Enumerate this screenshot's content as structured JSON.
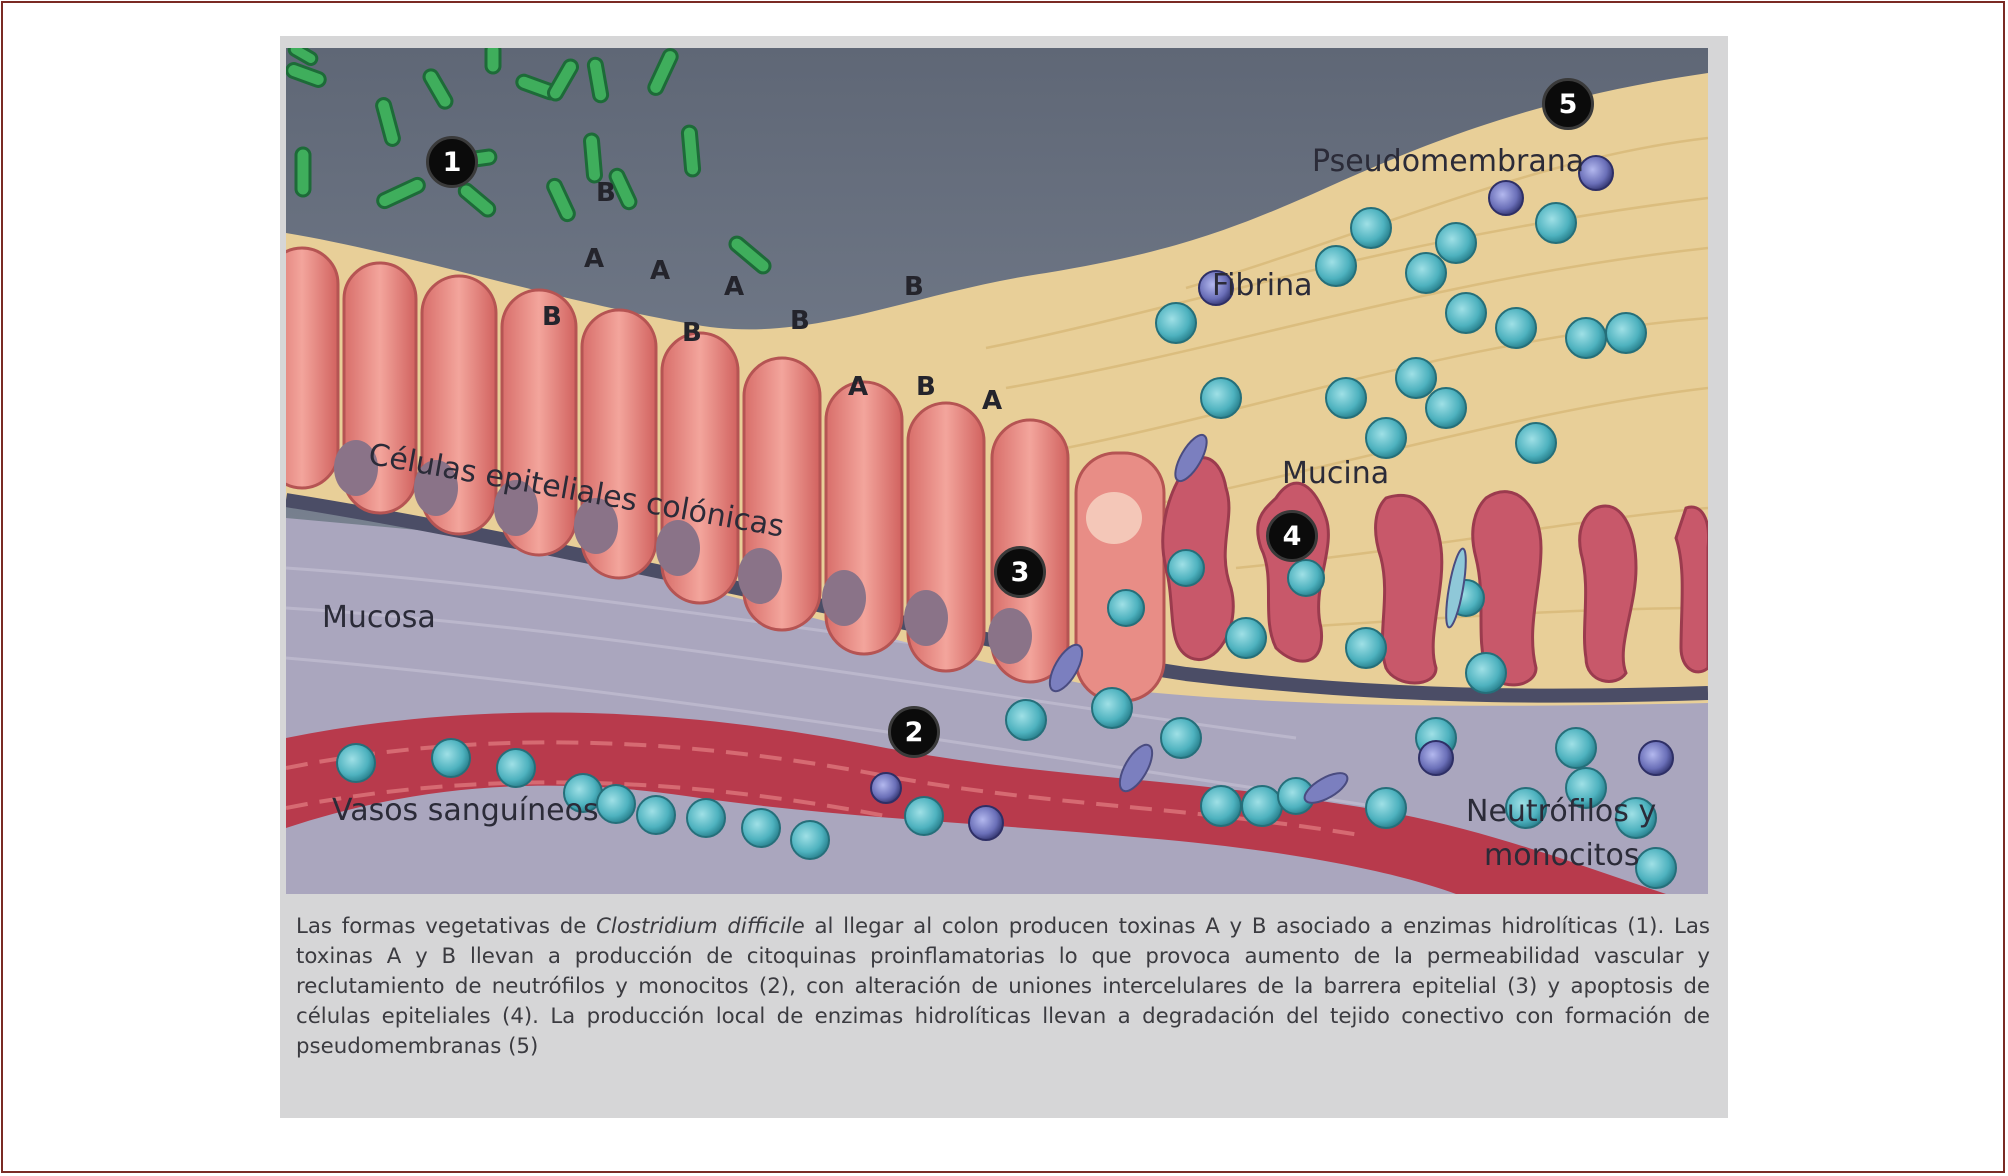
{
  "labels": {
    "pseudomembrana": "Pseudomembrana",
    "fibrina": "Fibrina",
    "celulas": "Células epiteliales colónicas",
    "mucina": "Mucina",
    "mucosa": "Mucosa",
    "vasos": "Vasos sanguíneos",
    "neutrofilos_line1": "Neutrófilos y",
    "neutrofilos_line2": "monocitos"
  },
  "markers": [
    "1",
    "2",
    "3",
    "4",
    "5"
  ],
  "toxins": [
    "B",
    "A",
    "A",
    "A",
    "B",
    "B",
    "B",
    "B",
    "A",
    "B",
    "A"
  ],
  "caption": {
    "part1": "Las formas vegetativas de ",
    "organism": "Clostridium difficile",
    "part2": " al llegar al colon producen toxinas A y B asociado a enzimas hidrolíticas (1). Las toxinas A y B llevan a producción de citoquinas proinflamatorias lo que provoca aumento de la permeabilidad vascular y reclutamiento de neutrófilos y monocitos (2), con alteración de uniones intercelulares de la barrera epitelial (3) y apoptosis de células epiteliales (4). La producción local de enzimas hidrolíticas llevan a degradación del tejido conectivo con formación de pseudomembranas (5)"
  },
  "colors": {
    "frame": "#7a2a24",
    "lumen": "#6f7787",
    "bacteria": "#3fae5c",
    "fibrin": "#e8cf98",
    "epithelium": "#e68d86",
    "mucosa": "#a9a6bd",
    "vessel": "#b83a4c",
    "leukocyte": "#55b8c4"
  }
}
